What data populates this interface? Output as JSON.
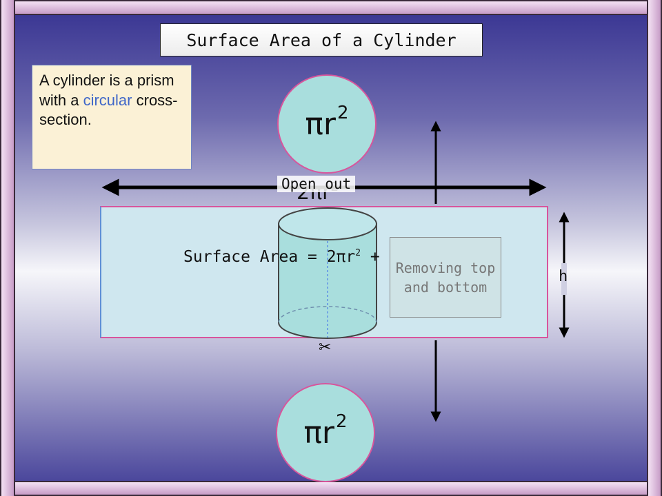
{
  "title": "Surface Area of a Cylinder",
  "definition": {
    "before": "A cylinder is a prism with a ",
    "highlight": "circular",
    "after": " cross-section."
  },
  "circles": {
    "top_label": "πr",
    "bottom_label": "πr",
    "exponent": "2"
  },
  "circumference_label": "2πr",
  "open_out_label": "Open out",
  "formula": {
    "part1": "Surface Area = 2πr",
    "exp": "2",
    "part2": " + 2πrh"
  },
  "removing_note": "Removing top and bottom",
  "height_label": "h",
  "scissors_icon": "✂",
  "colors": {
    "circle_fill": "#a9dedd",
    "rect_fill": "#cfe7ef",
    "border_pink": "#d8559c",
    "highlight_blue": "#3f66c8",
    "definition_bg": "#fbf1d6"
  }
}
